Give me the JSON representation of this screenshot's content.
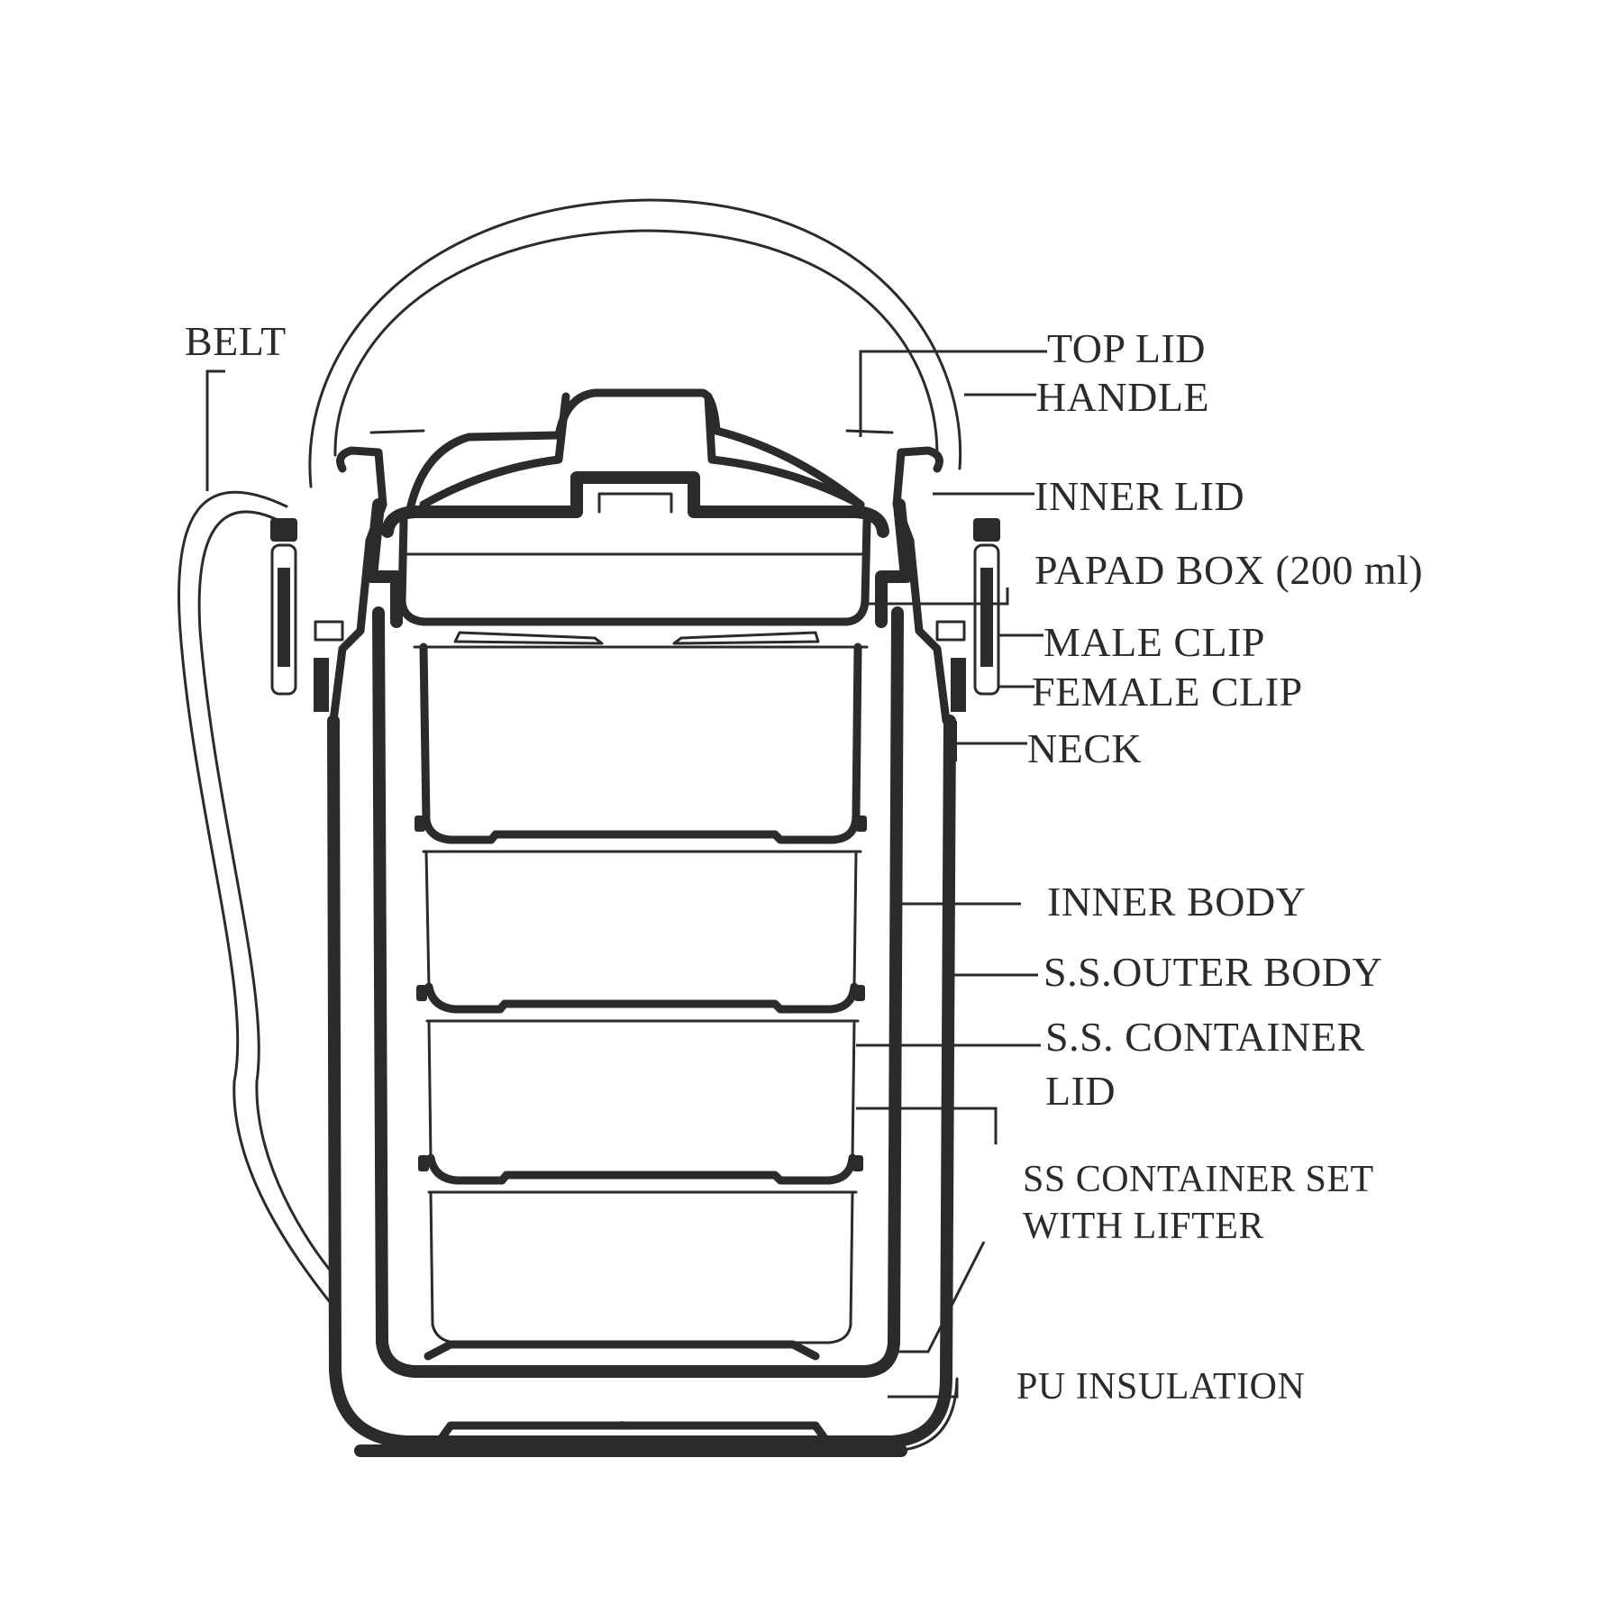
{
  "diagram": {
    "subject": "Insulated tiffin carrier cross-section",
    "line_color": "#2b2b2b",
    "background": "#ffffff",
    "labels": {
      "belt": "BELT",
      "top_lid": "TOP LID",
      "handle": "HANDLE",
      "inner_lid": "INNER LID",
      "papad_box": "PAPAD BOX (200 ml)",
      "male_clip": "MALE CLIP",
      "female_clip": "FEMALE CLIP",
      "neck": "NECK",
      "inner_body": "INNER BODY",
      "ss_outer_body": "S.S.OUTER BODY",
      "ss_container_lid_line1": "S.S. CONTAINER",
      "ss_container_lid_line2": "LID",
      "ss_container_set_line1": "SS CONTAINER SET",
      "ss_container_set_line2": "WITH LIFTER",
      "pu_insulation": "PU INSULATION"
    },
    "containers": {
      "count": 4
    }
  }
}
